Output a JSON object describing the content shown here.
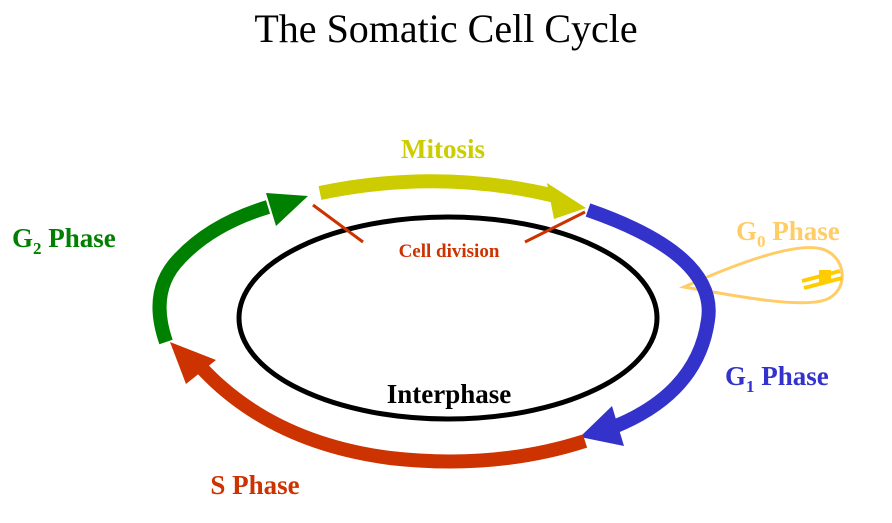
{
  "title": "The Somatic Cell Cycle",
  "inner_label": "Interphase",
  "division_label": "Cell division",
  "phases": {
    "mitosis": {
      "label": "Mitosis",
      "color": "#cccc00"
    },
    "g1": {
      "prefix": "G",
      "sub": "1",
      "suffix": " Phase",
      "color": "#3333cc"
    },
    "s": {
      "label": "S Phase",
      "color": "#cc3300"
    },
    "g2": {
      "prefix": "G",
      "sub": "2",
      "suffix": " Phase",
      "color": "#008000"
    },
    "g0": {
      "prefix": "G",
      "sub": "0",
      "suffix": " Phase",
      "color": "#ffcc66"
    }
  },
  "colors": {
    "interphase_ring": "#000000",
    "division_lines": "#cc3300",
    "g0_marker": "#ffcc00"
  }
}
